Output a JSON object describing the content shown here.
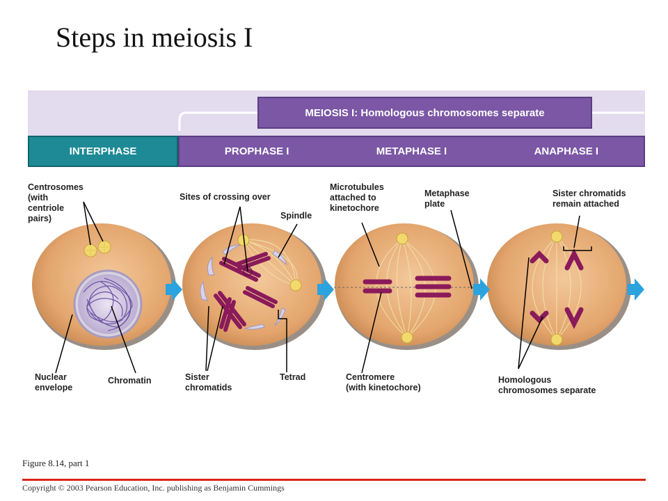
{
  "title": "Steps in meiosis I",
  "meiosis_header": "MEIOSIS I: Homologous chromosomes separate",
  "phases": {
    "interphase": "INTERPHASE",
    "prophase": "PROPHASE I",
    "metaphase": "METAPHASE I",
    "anaphase": "ANAPHASE I"
  },
  "labels": {
    "centrosomes": "Centrosomes\n(with\ncentriole\npairs)",
    "nuclear_envelope": "Nuclear\nenvelope",
    "chromatin": "Chromatin",
    "crossing_over": "Sites of crossing over",
    "spindle": "Spindle",
    "sister_chromatids": "Sister\nchromatids",
    "tetrad": "Tetrad",
    "microtubules": "Microtubules\nattached to\nkinetochore",
    "metaphase_plate": "Metaphase\nplate",
    "centromere": "Centromere\n(with kinetochore)",
    "sister_attached": "Sister chromatids\nremain attached",
    "homologous_separate": "Homologous\nchromosomes separate"
  },
  "caption": "Figure 8.14, part 1",
  "copyright": "Copyright © 2003 Pearson Education, Inc. publishing as Benjamin Cummings",
  "colors": {
    "meiosis_purple": "#7b57a5",
    "interphase_teal": "#1d8a95",
    "band_lavender": "#e3dbee",
    "cell_fill": "#e8b07d",
    "chromosome": "#8a1a5a",
    "arrow_blue": "#2aa3de",
    "rule_red": "#d9241c"
  }
}
